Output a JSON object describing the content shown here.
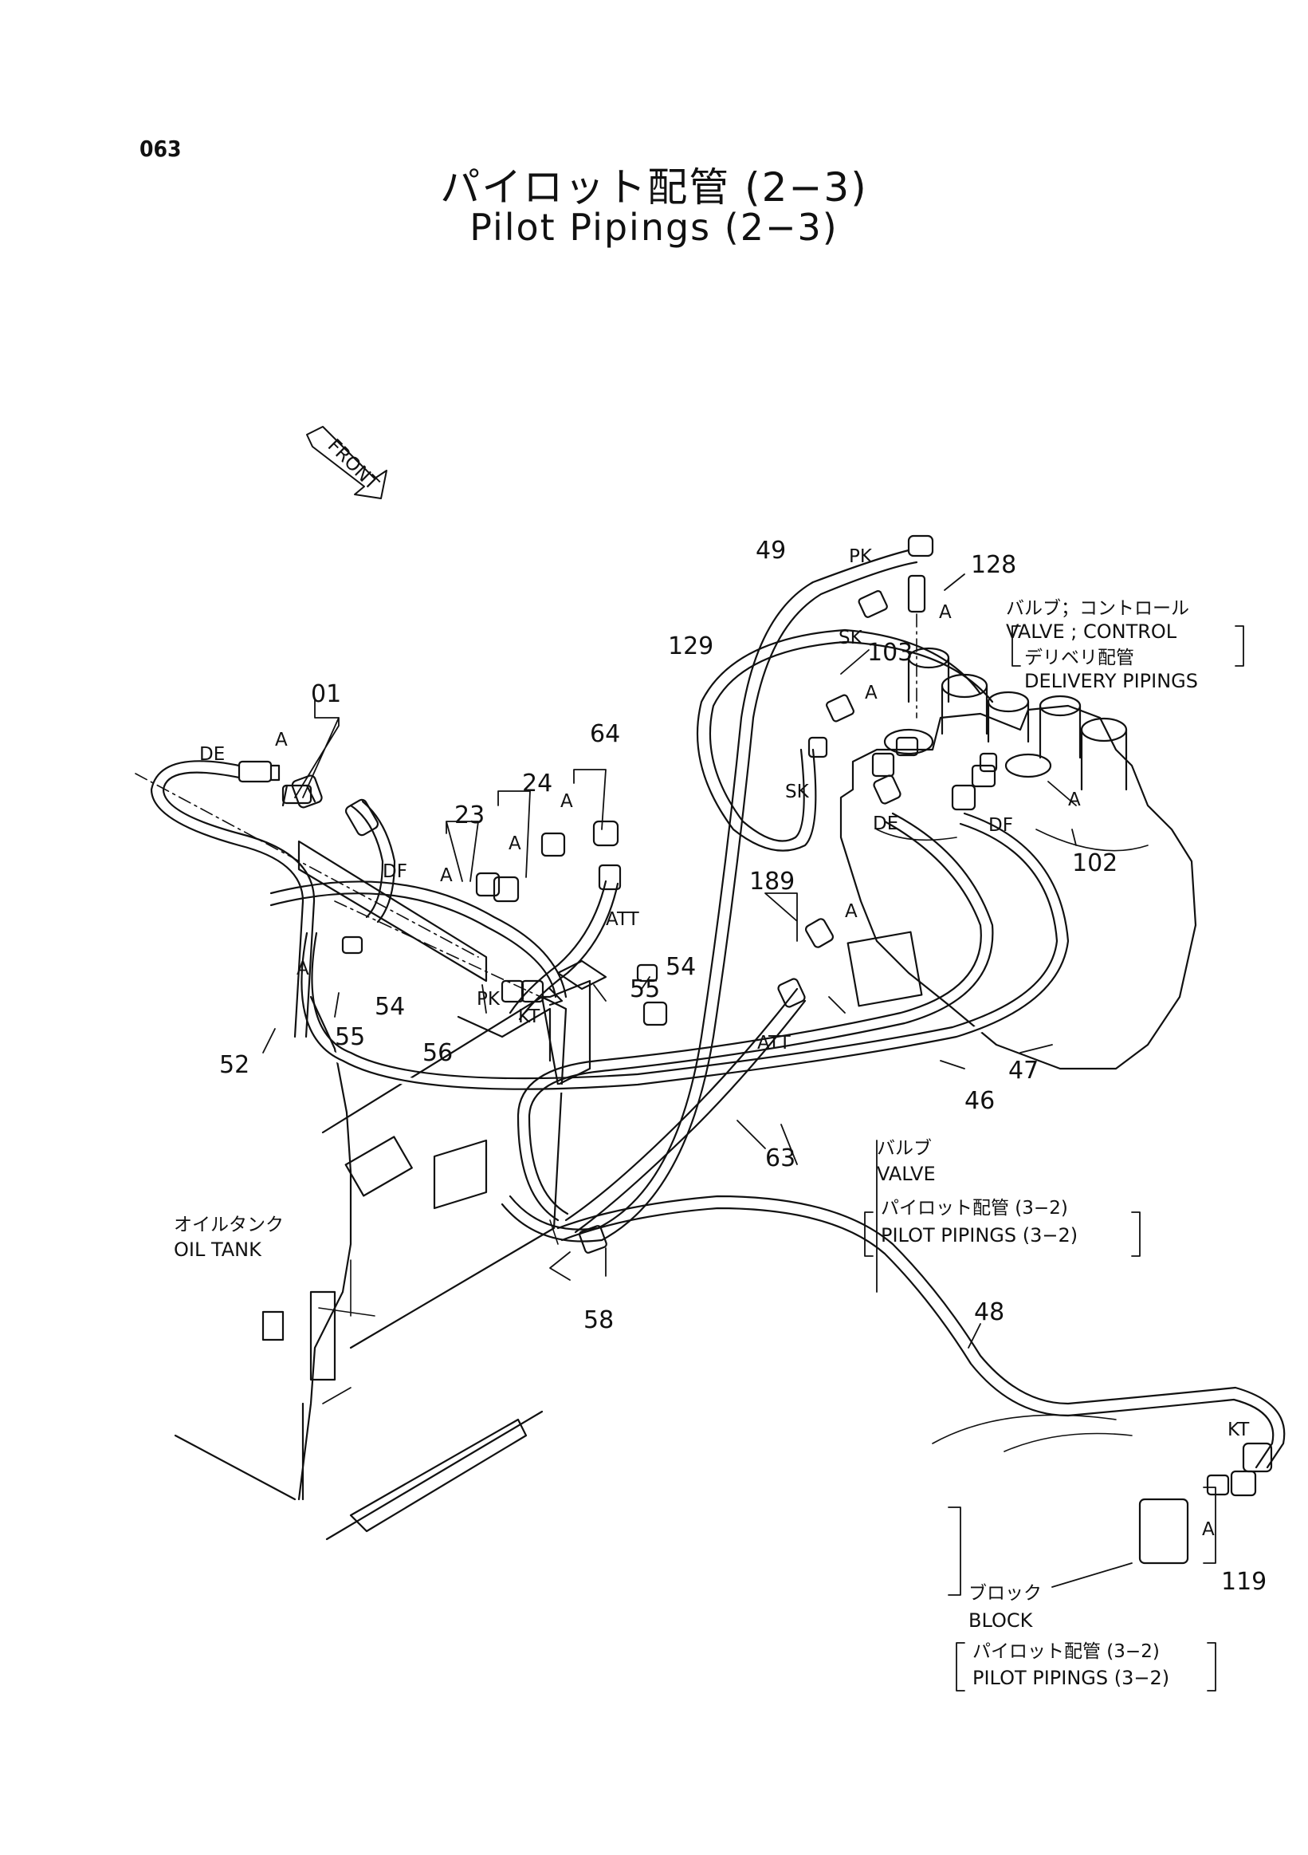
{
  "page_number": "063",
  "title_jp": "パイロット配管 (2−3)",
  "title_en": "Pilot Pipings (2−3)",
  "front_label": "FRONT",
  "part_numbers": {
    "p01": "01",
    "p23": "23",
    "p24": "24",
    "p64": "64",
    "p52": "52",
    "p54a": "54",
    "p55a": "55",
    "p56": "56",
    "p55b": "55",
    "p54b": "54",
    "p49": "49",
    "p128": "128",
    "p129": "129",
    "p103": "103",
    "p102": "102",
    "p189": "189",
    "p47": "47",
    "p46": "46",
    "p63": "63",
    "p58": "58",
    "p48": "48",
    "p119": "119"
  },
  "port_labels": {
    "de1": "DE",
    "df1": "DF",
    "att1": "ATT",
    "pk1": "PK",
    "kt1": "KT",
    "pk2": "PK",
    "sk1": "SK",
    "sk2": "SK",
    "de2": "DE",
    "df2": "DF",
    "att2": "ATT",
    "kt2": "KT"
  },
  "a_marks": {
    "a1": "A",
    "a2": "A",
    "a3": "A",
    "a4": "A",
    "a5": "A",
    "a6": "A",
    "a7": "A",
    "a8": "A",
    "a9": "A",
    "a10": "A"
  },
  "callouts": {
    "control_valve": {
      "jp": "バルブ；コントロール",
      "en": "VALVE ; CONTROL",
      "ref_jp": "デリベリ配管",
      "ref_en": "DELIVERY PIPINGS"
    },
    "valve": {
      "jp": "バルブ",
      "en": "VALVE",
      "ref_jp": "パイロット配管 (3−2)",
      "ref_en": "PILOT PIPINGS (3−2)"
    },
    "oil_tank": {
      "jp": "オイルタンク",
      "en": "OIL TANK"
    },
    "block": {
      "jp": "ブロック",
      "en": "BLOCK",
      "ref_jp": "パイロット配管 (3−2)",
      "ref_en": "PILOT PIPINGS (3−2)"
    }
  }
}
